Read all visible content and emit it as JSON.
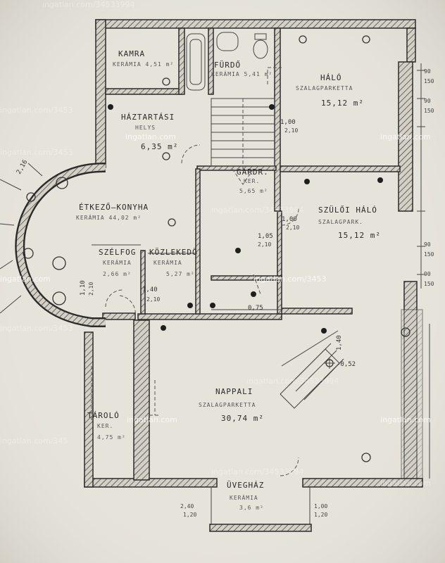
{
  "rooms": [
    {
      "id": "kamra",
      "name": "KAMRA",
      "sub": "KERÁMIA 4,51 m²"
    },
    {
      "id": "furdo",
      "name": "FÜRDŐ",
      "sub": "KERÁMIA 5,41 m²"
    },
    {
      "id": "halo",
      "name": "HÁLÓ",
      "sub": "SZALAGPARKETTA",
      "area": "15,12 m²"
    },
    {
      "id": "haztartasi",
      "name": "HÁZTARTÁSI",
      "sub": "HELYS",
      "area": "6,35 m²"
    },
    {
      "id": "gardrob",
      "name": "GARDR.",
      "sub": "KER.",
      "area": "5,65 m²"
    },
    {
      "id": "etkezo",
      "name": "ÉTKEZŐ–KONYHA",
      "sub": "KERÁMIA 44,02 m²"
    },
    {
      "id": "szuloi",
      "name": "SZÜLŐI HÁLÓ",
      "sub": "SZALAGPARK.",
      "area": "15,12 m²"
    },
    {
      "id": "szelfog",
      "name": "SZÉLFOG",
      "sub": "KERÁMIA",
      "area": "2,66 m²"
    },
    {
      "id": "kozlekedo",
      "name": "KÖZLEKEDŐ",
      "sub": "KERÁMIA",
      "area": "5,27 m²"
    },
    {
      "id": "nappali",
      "name": "NAPPALI",
      "sub": "SZALAGPARKETTA",
      "area": "30,74 m²"
    },
    {
      "id": "tarolo",
      "name": "TÁROLÓ",
      "sub": "KER.",
      "area": "4,75 m²"
    },
    {
      "id": "uveghaz",
      "name": "ÜVEGHÁZ",
      "sub": "KERÁMIA",
      "area": "3,6 m²"
    }
  ],
  "dims": {
    "d1": "1,00",
    "d1b": "2,10",
    "d2": "1,00",
    "d2b": "2,10",
    "d3": "1,05",
    "d3b": "2,10",
    "d4": "1,40",
    "d4b": "2,10",
    "d5": "1,10",
    "d5b": "2,10",
    "d6": "1,40",
    "d7": "-0,52",
    "d8": "0,75",
    "d9": "2,40",
    "d9b": "1,20",
    "d10": "1,00",
    "d10b": "1,20",
    "d11": "2,16"
  },
  "side_dims": [
    "90",
    "150",
    "90",
    "150",
    "90",
    "150",
    "90",
    "150"
  ],
  "watermarks": [
    "ingatlan.com/34533994",
    "ingatlan.com/3453",
    "ingatlan.com",
    "ingatlan.com/3453",
    "ingatlan.com/34533994",
    "ingatlan.com",
    "ingatlan.com",
    "ingatlan.com/3453",
    "ingatlan.com/3453",
    "ingatlan.com/34533994",
    "ingatlan.com",
    "ingatlan.com",
    "ingatlan.com/345",
    "ingatlan.com/34533994",
    "ingatlan.com"
  ]
}
